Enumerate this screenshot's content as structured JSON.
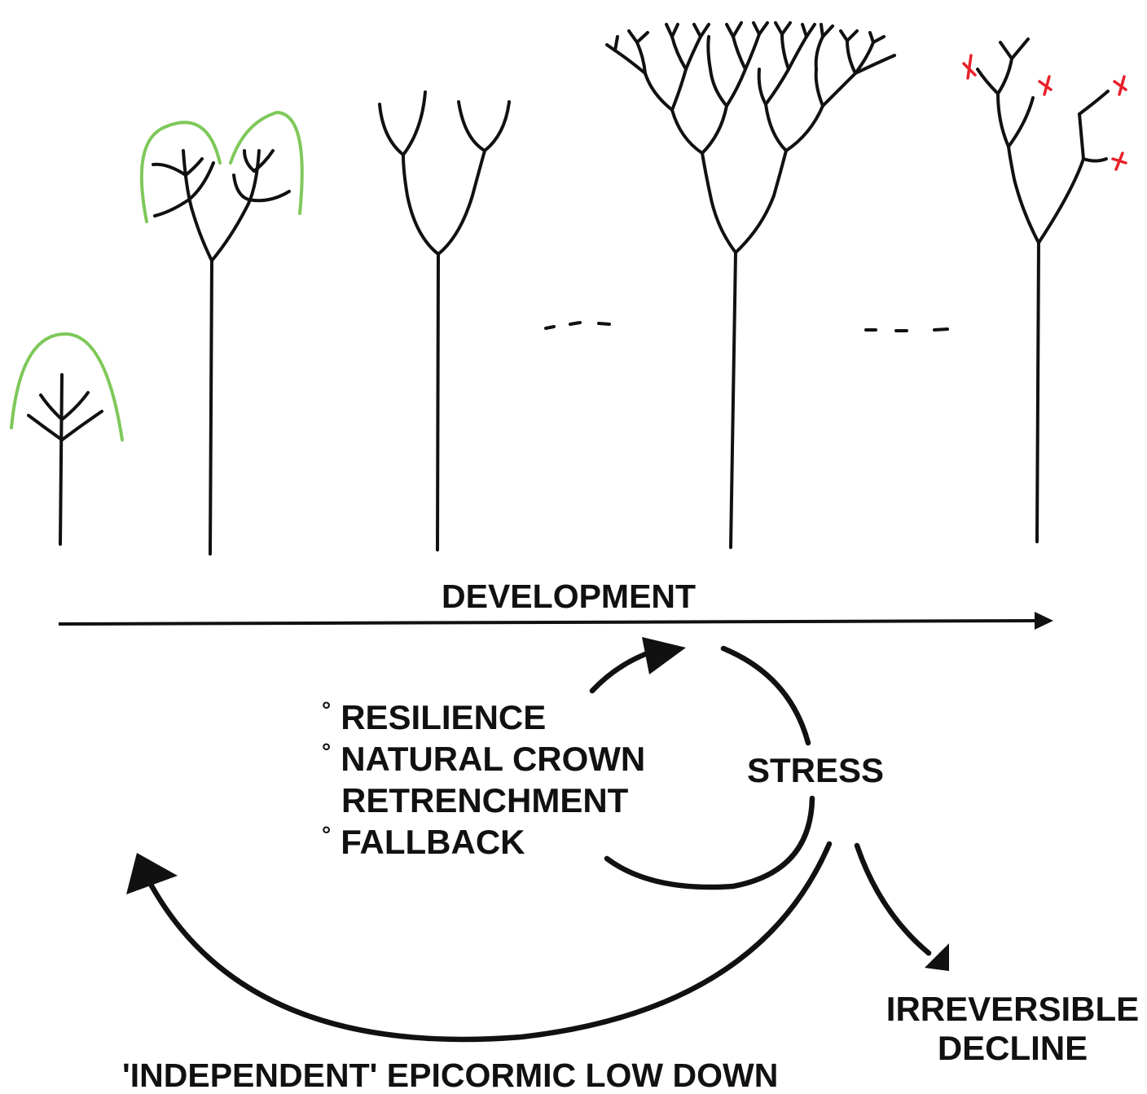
{
  "colors": {
    "stroke": "#111111",
    "foliage": "#7ec85a",
    "dead_branch_mark": "#e8202a"
  },
  "labels": {
    "development": "DEVELOPMENT",
    "stress": "STRESS",
    "irreversible_line1": "IRREVERSIBLE",
    "irreversible_line2": "DECLINE",
    "bottom": "'INDEPENDENT' EPICORMIC LOW DOWN"
  },
  "responses": {
    "bullet_symbol": "°",
    "item1": "RESILIENCE",
    "item2_line1": "NATURAL CROWN",
    "item2_line2": "RETRENCHMENT",
    "item3": "FALLBACK"
  }
}
